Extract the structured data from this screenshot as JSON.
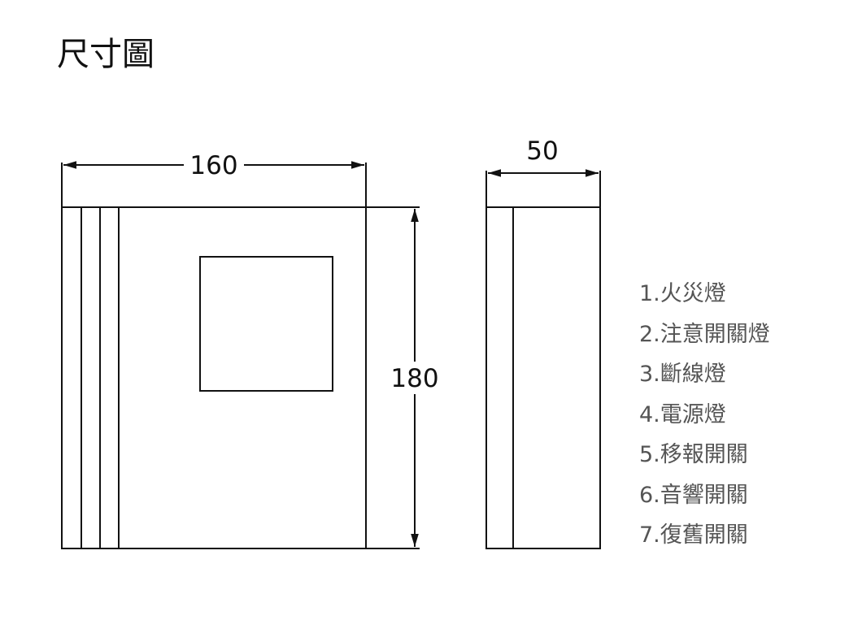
{
  "title": "尺寸圖",
  "dimensions": {
    "width": "160",
    "height": "180",
    "depth": "50"
  },
  "legend": [
    "1.火災燈",
    "2.注意開關燈",
    "3.斷線燈",
    "4.電源燈",
    "5.移報開關",
    "6.音響開關",
    "7.復舊開關"
  ]
}
